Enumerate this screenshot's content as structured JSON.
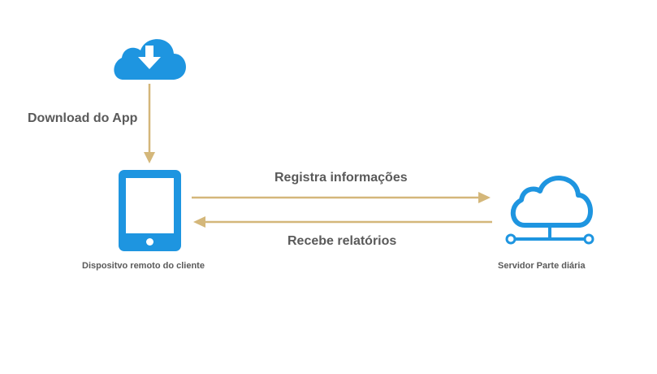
{
  "colors": {
    "icon_blue": "#1e95e0",
    "arrow_gold": "#d4b77a",
    "text_gray": "#5a5a5a"
  },
  "nodes": {
    "cloud_download": {
      "icon": "cloud-download-icon"
    },
    "device": {
      "icon": "tablet-icon",
      "label": "Dispositvo remoto do cliente"
    },
    "server": {
      "icon": "cloud-server-icon",
      "label": "Servidor Parte diária"
    }
  },
  "edges": {
    "download": {
      "label": "Download do App"
    },
    "registra": {
      "label": "Registra informações"
    },
    "recebe": {
      "label": "Recebe relatórios"
    }
  }
}
